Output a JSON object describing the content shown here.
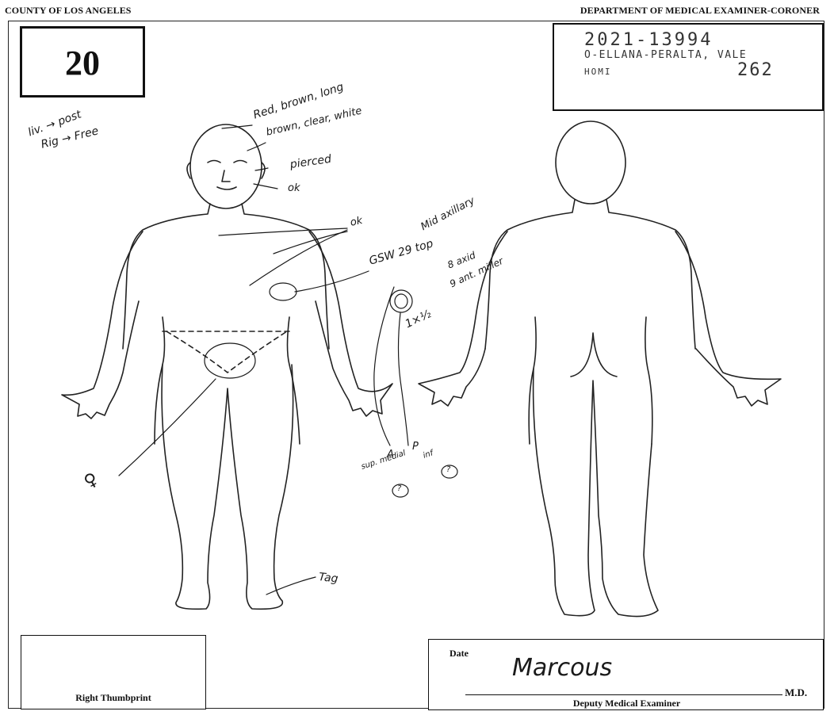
{
  "header": {
    "left": "COUNTY OF LOS ANGELES",
    "right": "DEPARTMENT OF MEDICAL EXAMINER-CORONER"
  },
  "page_number": "20",
  "case_stamp": {
    "case_no": "2021-13994",
    "name": "O-ELLANA-PERALTA, VALE",
    "code": "HOMI",
    "number": "262"
  },
  "annotations": {
    "liv": "liv. → post",
    "rig": "Rig → Free",
    "hair": "Red, brown, long",
    "eyes": "brown, clear, white",
    "pierced": "pierced",
    "ok_face": "ok",
    "ok_chest": "ok",
    "midaxillary": "Mid axillary",
    "gsw": "GSW 29 top",
    "gsw_sup": "8 axid",
    "gsw_ant": "9 ant. miller",
    "wound_size": "1×½",
    "tag": "Tag",
    "genital": "♀",
    "a_label": "A",
    "p_label": "P",
    "sup_medial": "sup. medial",
    "inf": "inf",
    "circ_a": "?",
    "circ_p": "?"
  },
  "footer": {
    "thumbprint_label": "Right Thumbprint",
    "date_label": "Date",
    "signature": "Marcous",
    "md_label": "M.D.",
    "examiner_label": "Deputy Medical Examiner"
  }
}
